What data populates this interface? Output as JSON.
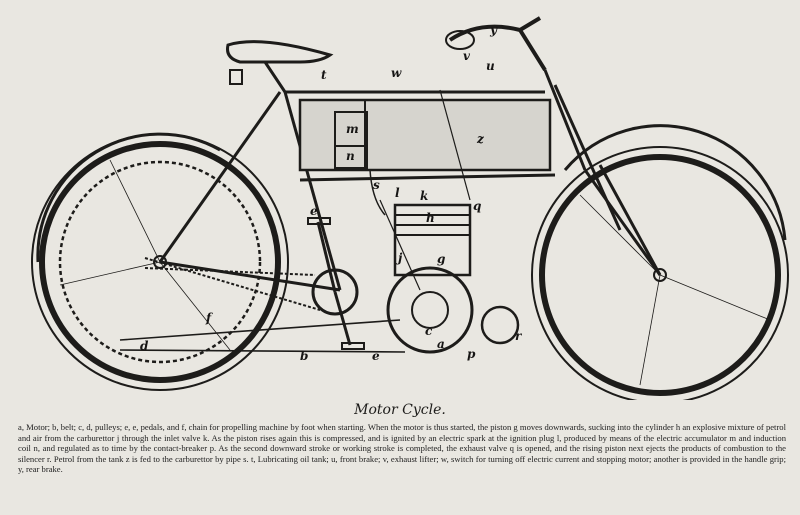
{
  "figure": {
    "title": "Motor Cycle.",
    "caption": "a, Motor; b, belt; c, d, pulleys; e, e, pedals, and f, chain for propelling machine by foot when starting. When the motor is thus started, the piston g moves downwards, sucking into the cylinder h an explosive mixture of petrol and air from the carburettor j through the inlet valve k. As the piston rises again this is compressed, and is ignited by an electric spark at the ignition plug l, produced by means of the electric accumulator m and induction coil n, and regulated as to time by the contact-breaker p. As the second downward stroke or working stroke is completed, the exhaust valve q is opened, and the rising piston next ejects the products of combustion to the silencer r. Petrol from the tank z is fed to the carburettor by pipe s. t, Lubricating oil tank; u, front brake; v, exhaust lifter; w, switch for turning off electric current and stopping motor; another is provided in the handle grip; y, rear brake."
  },
  "labels": {
    "a": "a",
    "b": "b",
    "c": "c",
    "d": "d",
    "e": "e",
    "f": "f",
    "g": "g",
    "h": "h",
    "j": "j",
    "k": "k",
    "l": "l",
    "m": "m",
    "n": "n",
    "p": "p",
    "q": "q",
    "r": "r",
    "s": "s",
    "t": "t",
    "u": "u",
    "v": "v",
    "w": "w",
    "y": "y",
    "z": "z"
  },
  "colors": {
    "paper": "#e9e7e1",
    "ink": "#1d1c1a",
    "tank": "#d6d4ce"
  }
}
